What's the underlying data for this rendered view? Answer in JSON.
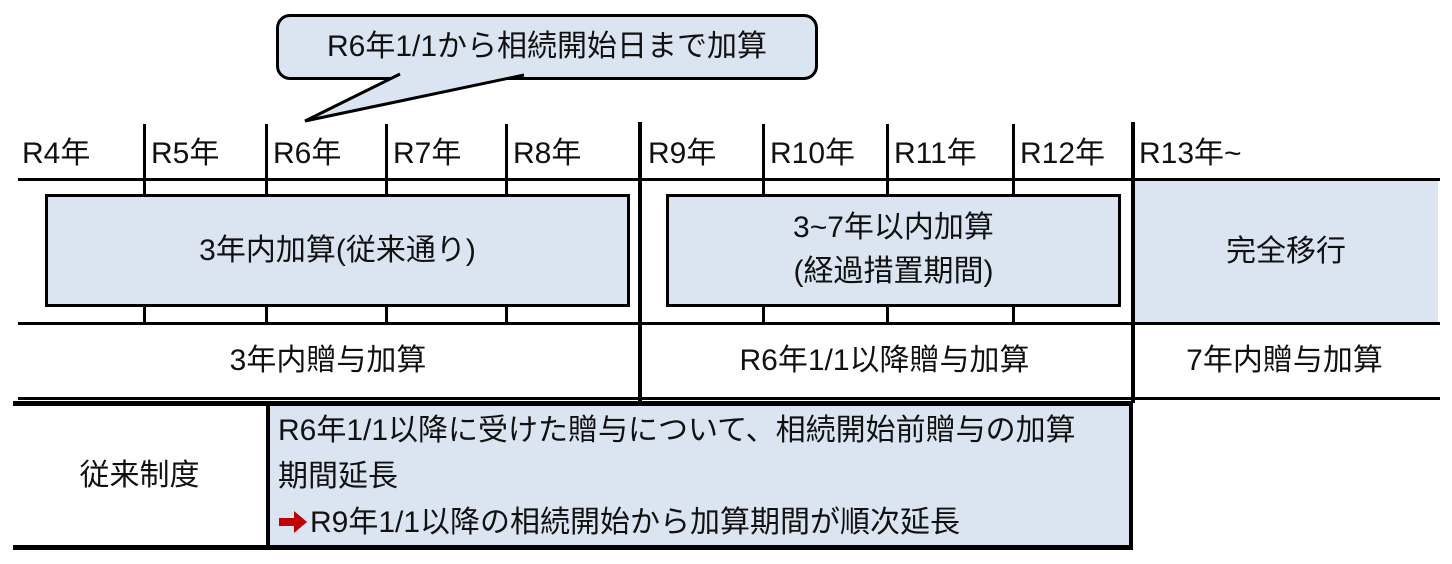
{
  "colors": {
    "fill_blue": "#dbe5f1",
    "line": "#000000",
    "arrow_red": "#c00000"
  },
  "callout": {
    "text": "R6年1/1から相続開始日まで加算"
  },
  "timeline": {
    "years": [
      "R4年",
      "R5年",
      "R6年",
      "R7年",
      "R8年",
      "R9年",
      "R10年",
      "R11年",
      "R12年",
      "R13年~"
    ]
  },
  "phases": {
    "phase1_label": "3年内加算(従来通り)",
    "phase2_line1": "3~7年以内加算",
    "phase2_line2": "(経過措置期間)",
    "phase3_label": "完全移行"
  },
  "gift_addition_row": {
    "left": "3年内贈与加算",
    "middle": "R6年1/1以降贈与加算",
    "right": "7年内贈与加算"
  },
  "legacy_row": {
    "label": "従来制度",
    "note_line1": "R6年1/1以降に受けた贈与について、相続開始前贈与の加算",
    "note_line2": "期間延長",
    "note_line3": "R9年1/1以降の相続開始から加算期間が順次延長"
  }
}
